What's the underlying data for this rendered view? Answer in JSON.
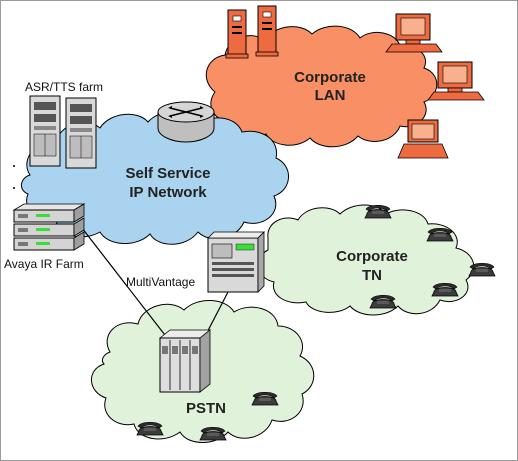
{
  "diagram": {
    "clouds": {
      "corporate_lan": {
        "lines": [
          "Corporate",
          "LAN"
        ]
      },
      "self_service": {
        "lines": [
          "Self Service",
          "IP Network"
        ]
      },
      "corporate_tn": {
        "lines": [
          "Corporate",
          "TN"
        ]
      },
      "pstn": {
        "lines": [
          "PSTN"
        ]
      }
    },
    "labels": {
      "asr_tts_farm": "ASR/TTS farm",
      "avaya_ir_farm": "Avaya IR Farm",
      "multivantage": "MultiVantage"
    },
    "colors": {
      "lan_cloud": "#f98f65",
      "ip_cloud": "#a9d3ee",
      "tn_cloud": "#e1f2da",
      "pstn_cloud": "#e1f2da",
      "lan_device": "#ee6a40",
      "border": "#9a9a9a"
    },
    "icons": [
      "server-tower-icon",
      "router-icon",
      "desktop-computer-icon",
      "laptop-icon",
      "ir-server-stack-icon",
      "pbx-cabinet-icon",
      "switch-rack-icon",
      "telephone-icon"
    ]
  }
}
